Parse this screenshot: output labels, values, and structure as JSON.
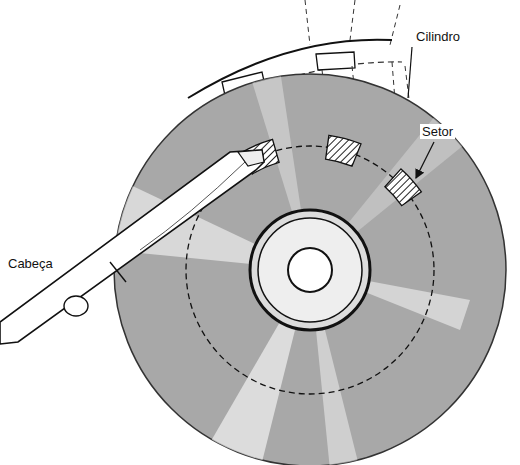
{
  "diagram": {
    "labels": [
      "Cilindro",
      "Setor",
      "Cabeça"
    ]
  }
}
